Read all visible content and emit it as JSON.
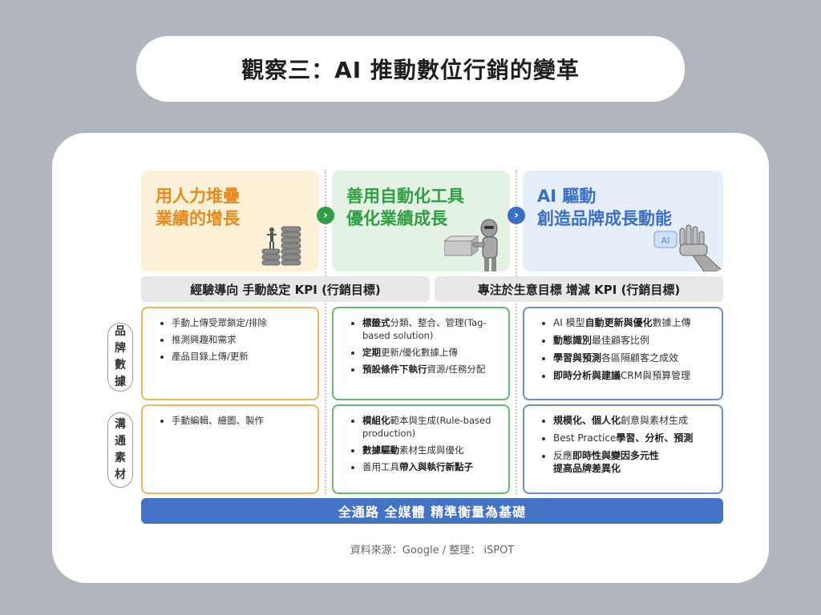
{
  "title": "觀察三：AI 推動數位行銷的變革",
  "columns": [
    {
      "title_line1": "用人力堆疊",
      "title_line2": "業績的增長",
      "color": "#e8891c",
      "bg": "#fcf1d6"
    },
    {
      "title_line1": "善用自動化工具",
      "title_line2": "優化業績成長",
      "color": "#2f9e44",
      "bg": "#e4f2e4"
    },
    {
      "title_line1": "AI 驅動",
      "title_line2": "創造品牌成長動能",
      "color": "#3b6fc4",
      "bg": "#e6eef9"
    }
  ],
  "kpi_bars": [
    {
      "label": "經驗導向 手動設定 KPI (行銷目標)"
    },
    {
      "label": "專注於生意目標 增減 KPI (行銷目標)"
    }
  ],
  "row_labels": [
    {
      "chars": [
        "品",
        "牌",
        "數",
        "據"
      ]
    },
    {
      "chars": [
        "溝",
        "通",
        "素",
        "材"
      ]
    }
  ],
  "robot_badge": "AI",
  "cells": {
    "row1": [
      {
        "items": [
          {
            "bold": "",
            "text": "手動上傳受眾鎖定/排除"
          },
          {
            "bold": "",
            "text": "推測興趣和需求"
          },
          {
            "bold": "",
            "text": "產品目錄上傳/更新"
          }
        ]
      },
      {
        "items": [
          {
            "bold": "標籤式",
            "text": "分類、整合、管理(Tag-based solution)"
          },
          {
            "bold": "定期",
            "text": "更新/優化數據上傳"
          },
          {
            "bold": "預設條件下執行",
            "text": "資源/任務分配"
          }
        ]
      },
      {
        "items": [
          {
            "pre": "AI 模型",
            "bold": "自動更新與優化",
            "post": "數據上傳"
          },
          {
            "pre": "",
            "bold": "動態識別",
            "post": "最佳顧客比例"
          },
          {
            "pre": "",
            "bold": "學習與預測",
            "post": "各區隔顧客之成效"
          },
          {
            "pre": "",
            "bold": "即時分析與建議",
            "post": "CRM與預算管理"
          }
        ]
      }
    ],
    "row2": [
      {
        "items": [
          {
            "bold": "",
            "text": "手動編輯、繪圖、製作"
          }
        ]
      },
      {
        "items": [
          {
            "bold": "模組化",
            "text": "範本與生成(Rule-based production)"
          },
          {
            "bold": "數據驅動",
            "text": "素材生成與優化"
          },
          {
            "pre": "善用工具",
            "bold": "帶入與執行新點子",
            "text": ""
          }
        ]
      },
      {
        "items": [
          {
            "pre": "",
            "bold": "規模化、個人化",
            "post": "創意與素材生成"
          },
          {
            "pre": "Best Practice",
            "bold": "學習、分析、預測",
            "post": ""
          },
          {
            "pre": "反應",
            "bold": "即時性與變因多元性",
            "post": ""
          },
          {
            "pre": "",
            "bold": "提高品牌差異化",
            "post": ""
          }
        ]
      }
    ]
  },
  "base_bar": "全通路 全媒體 精準衡量為基礎",
  "source": "資料來源：Google / 整理： iSPOT"
}
